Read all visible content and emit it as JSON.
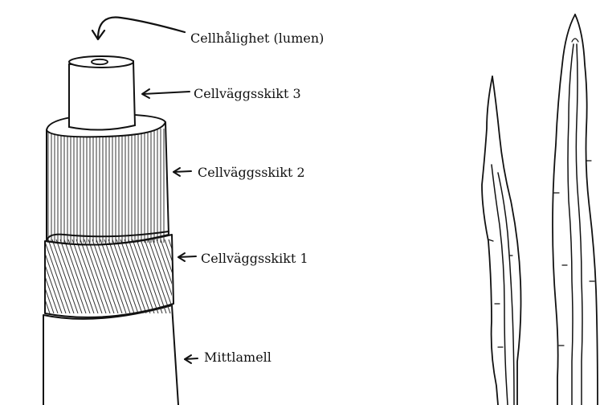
{
  "labels": {
    "lumen": "Cellhålighet (lumen)",
    "layer3": "Cellväggsskikt 3",
    "layer2": "Cellväggsskikt 2",
    "layer1": "Cellväggsskikt 1",
    "middle_lamella": "Mittlamell"
  },
  "colors": {
    "ink": "#111111",
    "paper": "#ffffff"
  }
}
